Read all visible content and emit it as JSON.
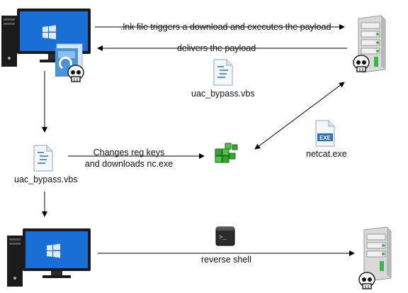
{
  "edges": {
    "lnk_trigger": ".lnk file triggers a download and executes the payload",
    "delivers": "delivers the payload",
    "reg_keys_line1": "Changes reg keys",
    "reg_keys_line2": "and downloads nc.exe",
    "reverse_shell": "reverse shell"
  },
  "nodes": {
    "vbs_file_top": "uac_bypass.vbs",
    "vbs_file_left": "uac_bypass.vbs",
    "netcat_file": "netcat.exe",
    "netcat_icon_text": "EXE",
    "terminal_prompt": ">_"
  },
  "colors": {
    "monitor_screen": "#1a6fd6",
    "monitor_frame": "#1b1b1b",
    "server_body": "#d9d9d9",
    "server_led": "#39b54a",
    "registry_green": "#3aa335",
    "exe_blue": "#2f6db5"
  },
  "icons": [
    "desktop-computer-icon",
    "server-icon",
    "skull-icon",
    "vbs-file-icon",
    "installer-icon",
    "registry-icon",
    "exe-file-icon",
    "terminal-icon"
  ]
}
